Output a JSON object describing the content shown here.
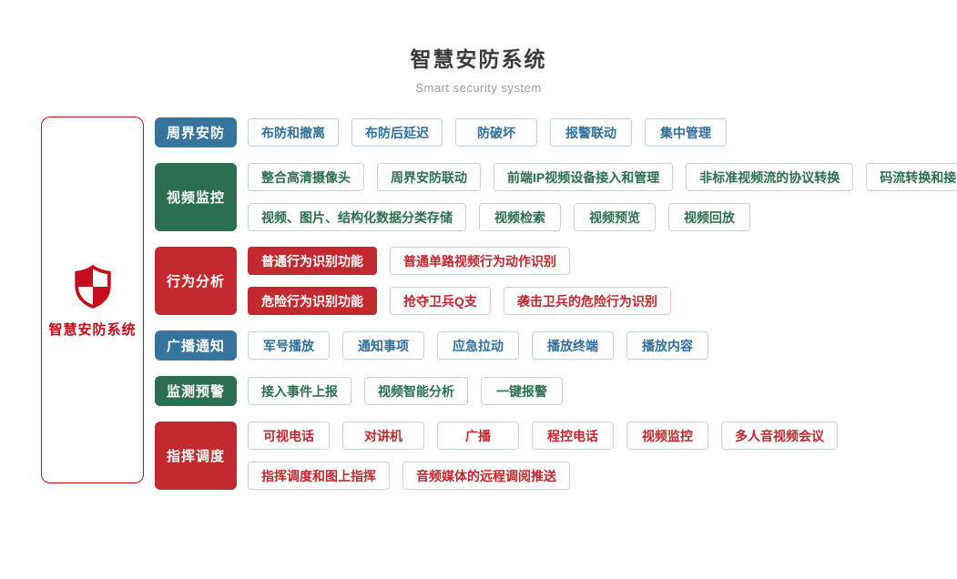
{
  "header": {
    "title": "智慧安防系统",
    "subtitle": "Smart security system"
  },
  "side_panel": {
    "label": "智慧安防系统",
    "icon": "shield-icon"
  },
  "colors": {
    "blue": "#35749d",
    "green": "#2b6e51",
    "red": "#c2292f",
    "brand_red": "#c30d1c",
    "title_text": "#3a3a3a",
    "subtitle_text": "#9d9d9d"
  },
  "groups": [
    {
      "label": "周界安防",
      "color": "blue",
      "lines": [
        [
          {
            "label": "布防和撤离"
          },
          {
            "label": "布防后延迟"
          },
          {
            "label": "防破坏"
          },
          {
            "label": "报警联动"
          },
          {
            "label": "集中管理"
          }
        ]
      ]
    },
    {
      "label": "视频监控",
      "color": "green",
      "lines": [
        [
          {
            "label": "整合高清摄像头"
          },
          {
            "label": "周界安防联动"
          },
          {
            "label": "前端IP视频设备接入和管理"
          },
          {
            "label": "非标准视频流的协议转换"
          },
          {
            "label": "码流转换和接口转换"
          }
        ],
        [
          {
            "label": "视频、图片、结构化数据分类存储"
          },
          {
            "label": "视频检索"
          },
          {
            "label": "视频预览"
          },
          {
            "label": "视频回放"
          }
        ]
      ]
    },
    {
      "label": "行为分析",
      "color": "red",
      "lines": [
        [
          {
            "label": "普通行为识别功能",
            "filled": true
          },
          {
            "label": "普通单路视频行为动作识别"
          }
        ],
        [
          {
            "label": "危险行为识别功能",
            "filled": true
          },
          {
            "label": "抢夺卫兵Q支"
          },
          {
            "label": "袭击卫兵的危险行为识别"
          }
        ]
      ]
    },
    {
      "label": "广播通知",
      "color": "blue",
      "lines": [
        [
          {
            "label": "军号播放"
          },
          {
            "label": "通知事项"
          },
          {
            "label": "应急拉动"
          },
          {
            "label": "播放终端"
          },
          {
            "label": "播放内容"
          }
        ]
      ]
    },
    {
      "label": "监测预警",
      "color": "green",
      "lines": [
        [
          {
            "label": "接入事件上报"
          },
          {
            "label": "视频智能分析"
          },
          {
            "label": "一键报警"
          }
        ]
      ]
    },
    {
      "label": "指挥调度",
      "color": "red",
      "lines": [
        [
          {
            "label": "可视电话"
          },
          {
            "label": "对讲机"
          },
          {
            "label": "广播"
          },
          {
            "label": "程控电话"
          },
          {
            "label": "视频监控"
          },
          {
            "label": "多人音视频会议"
          }
        ],
        [
          {
            "label": "指挥调度和图上指挥"
          },
          {
            "label": "音频媒体的远程调阅推送"
          }
        ]
      ]
    }
  ]
}
